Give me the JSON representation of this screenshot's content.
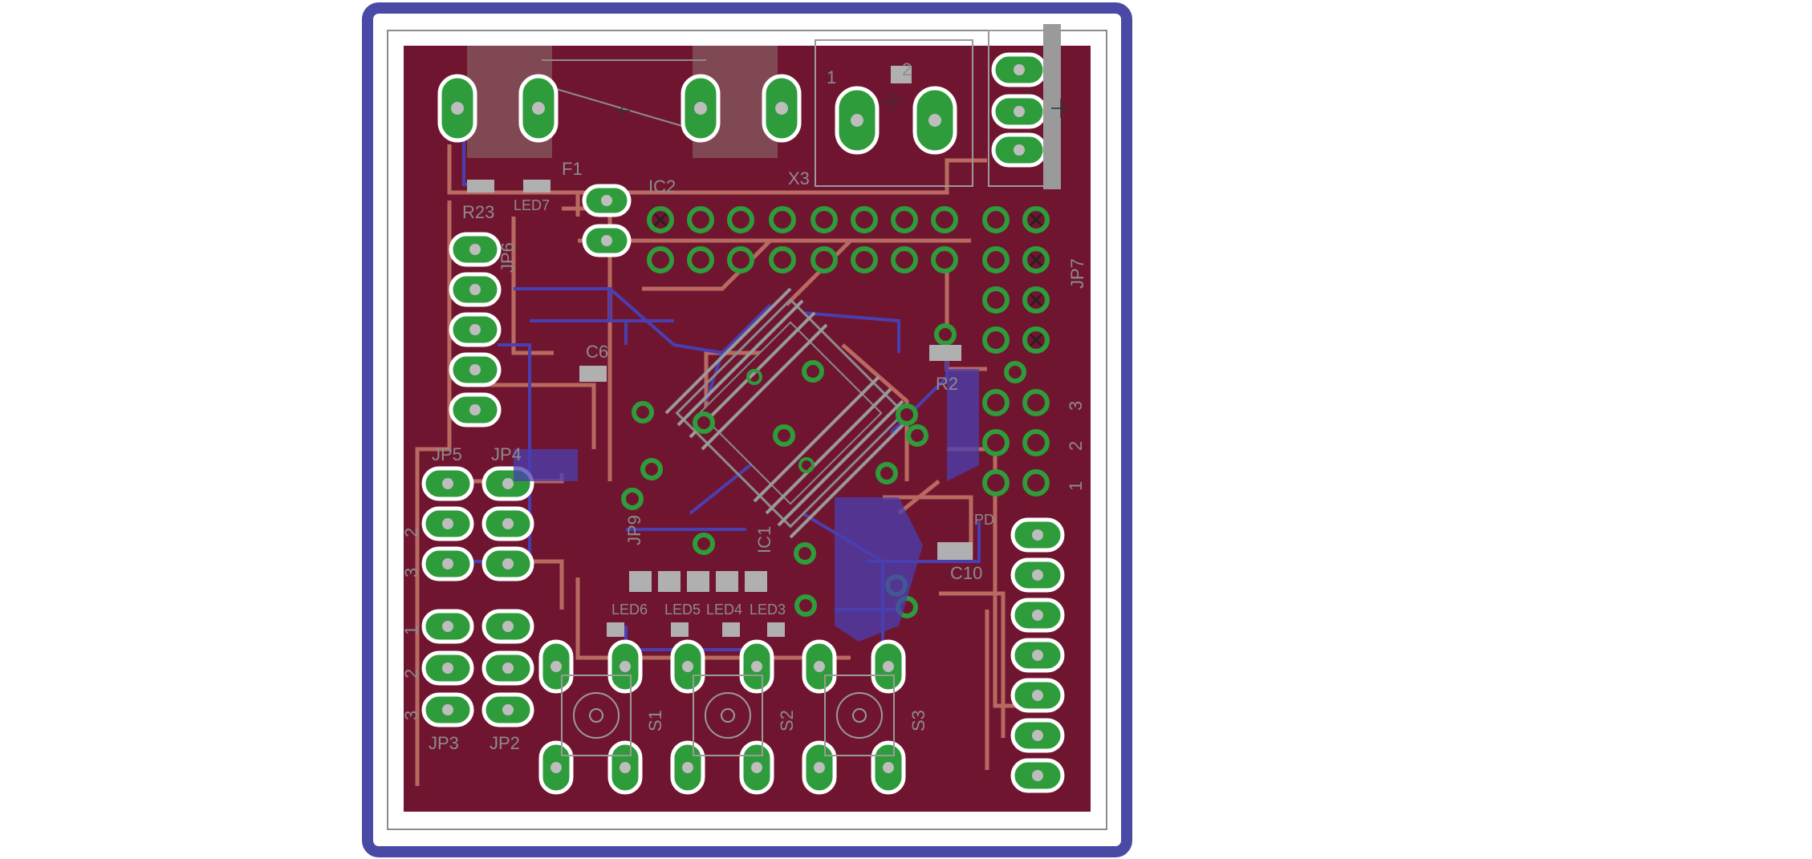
{
  "board": {
    "colors": {
      "outline": "#4a4aa6",
      "copper_top": "#701530",
      "copper_bottom": "#4a3fb0",
      "trace": "#b86a60",
      "pad": "#2e9c3a",
      "silkscreen": "#8c8c8c"
    },
    "labels": {
      "F1": "F1",
      "R23": "R23",
      "LED7": "LED7",
      "IC2": "IC2",
      "X3": "X3",
      "JP6": "JP6",
      "JP7": "JP7",
      "C6": "C6",
      "R2": "R2",
      "JP5": "JP5",
      "JP4": "JP4",
      "JP3": "JP3",
      "JP2": "JP2",
      "JP9": "JP9",
      "IC1": "IC1",
      "C10": "C10",
      "PD": "PD",
      "LED6": "LED6",
      "LED5": "LED5",
      "LED4": "LED4",
      "LED3": "LED3",
      "S1": "S1",
      "S2": "S2",
      "S3": "S3",
      "x3_pin1": "1",
      "x3_pin2": "2",
      "jp_pin1": "1",
      "jp_pin2": "2",
      "jp_pin3": "3"
    }
  }
}
